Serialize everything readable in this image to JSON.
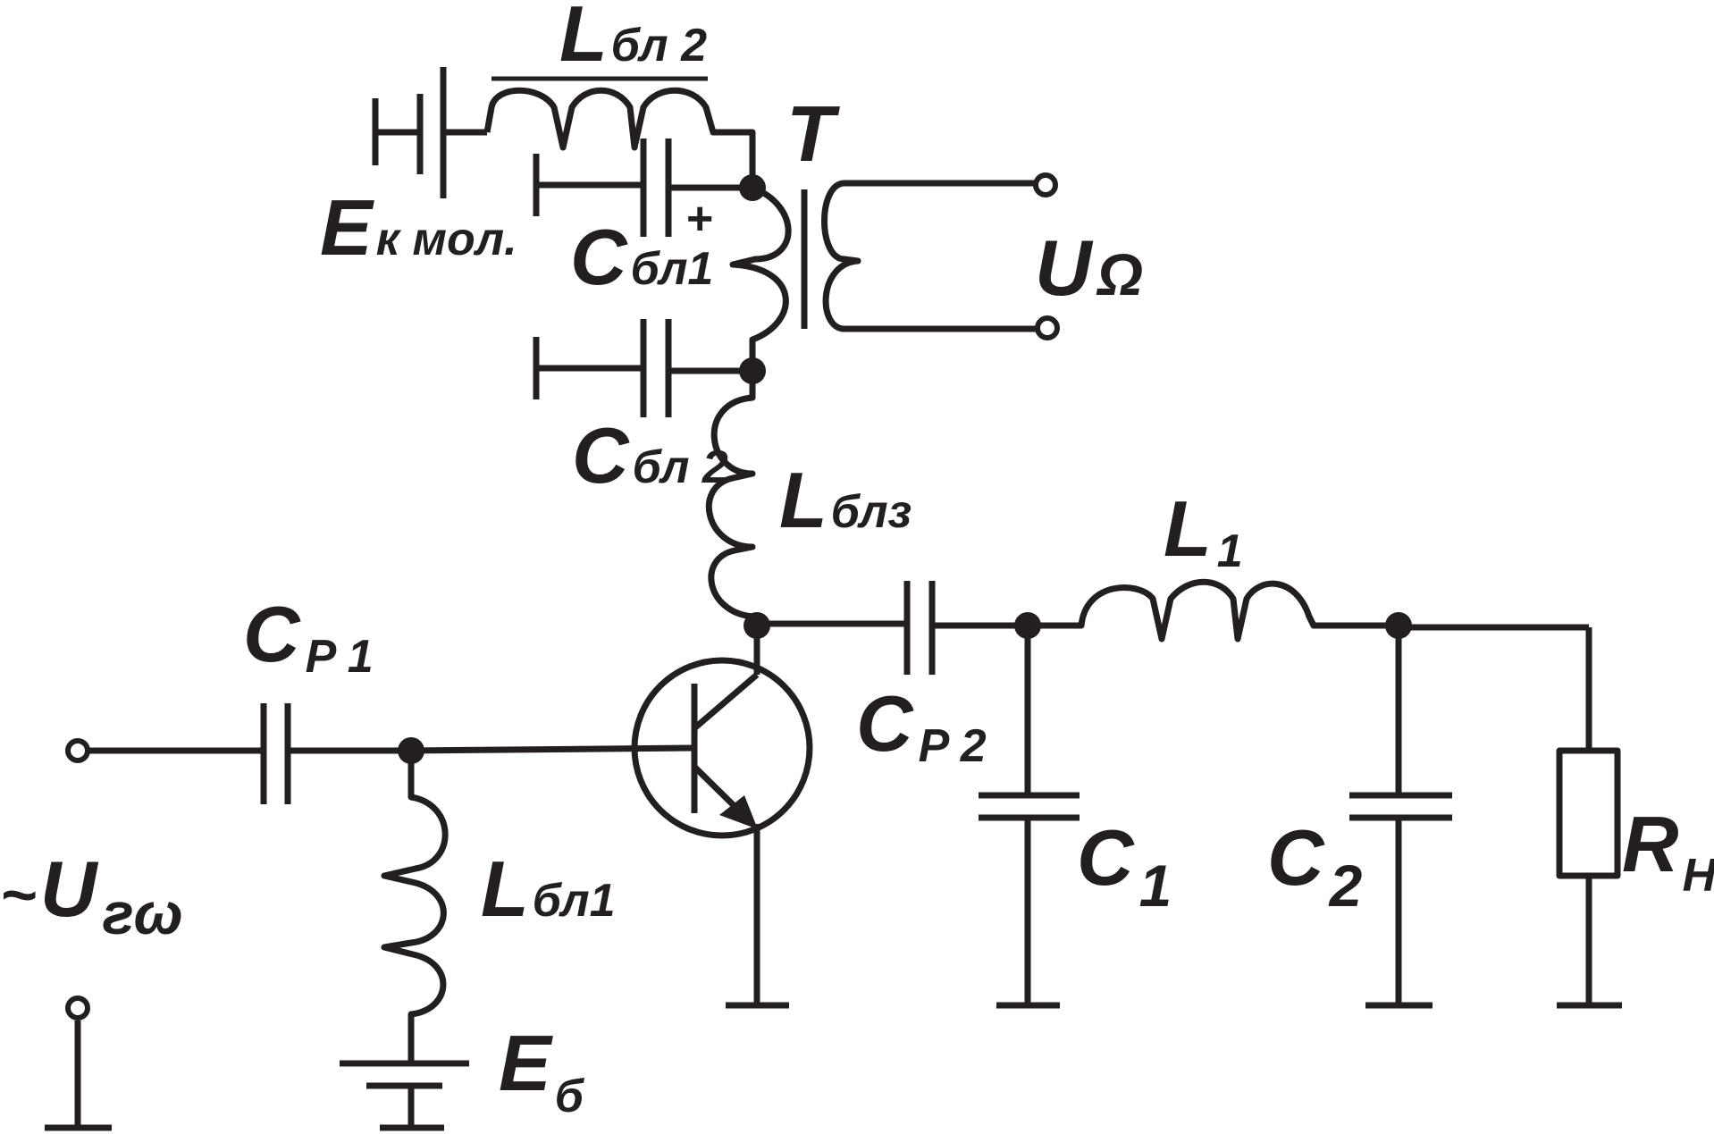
{
  "labels": {
    "l_bl2": {
      "main": "L",
      "sub": "бл 2"
    },
    "e_k_mol": {
      "main": "E",
      "sub": "к мол."
    },
    "c_bl1": {
      "main": "C",
      "sub": "бл1"
    },
    "plus": "+",
    "t": "T",
    "u_omega": {
      "main": "U",
      "sub": "Ω"
    },
    "c_bl2": {
      "main": "C",
      "sub": "бл 2"
    },
    "l_bl3": {
      "main": "L",
      "sub": "блз"
    },
    "l1": {
      "main": "L",
      "sub": "1"
    },
    "c_p1": {
      "main": "C",
      "sub": "P 1"
    },
    "c_p2": {
      "main": "C",
      "sub": "P 2"
    },
    "c1": {
      "main": "C",
      "sub": "1"
    },
    "c2": {
      "main": "C",
      "sub": "2"
    },
    "r_n": {
      "main": "R",
      "sub": "H"
    },
    "u_g_omega": {
      "tilde": "~",
      "main": "U",
      "sub": "гω"
    },
    "l_bl1": {
      "main": "L",
      "sub": "бл1"
    },
    "e_b": {
      "main": "E",
      "sub": "б"
    }
  }
}
